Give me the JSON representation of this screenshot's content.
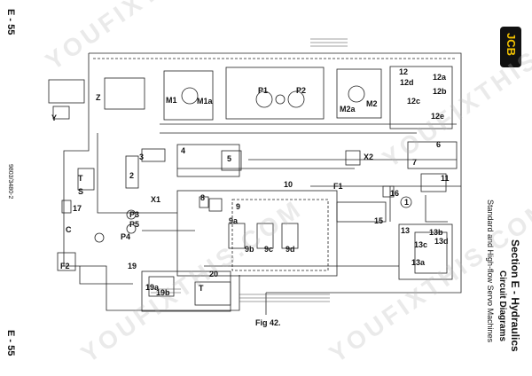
{
  "page": {
    "page_number_top": "E - 55",
    "page_number_bottom": "E - 55",
    "doc_code": "9803/3480-2"
  },
  "header": {
    "section_title": "Section E - Hydraulics",
    "subtitle": "Circuit Diagrams",
    "subtitle2": "Standard and High-flow Servo Machines",
    "logo_text": "JCB"
  },
  "figure": {
    "caption": "Fig 42."
  },
  "watermark": "YOUFIXTHIS.COM",
  "diagram_labels": [
    {
      "id": "M1",
      "text": "M1"
    },
    {
      "id": "M1a",
      "text": "M1a"
    },
    {
      "id": "P1",
      "text": "P1"
    },
    {
      "id": "P2",
      "text": "P2"
    },
    {
      "id": "M2a",
      "text": "M2a"
    },
    {
      "id": "M2",
      "text": "M2"
    },
    {
      "id": "12",
      "text": "12"
    },
    {
      "id": "12a",
      "text": "12a"
    },
    {
      "id": "12b",
      "text": "12b"
    },
    {
      "id": "12c",
      "text": "12c"
    },
    {
      "id": "12d",
      "text": "12d"
    },
    {
      "id": "12e",
      "text": "12e"
    },
    {
      "id": "Z",
      "text": "Z"
    },
    {
      "id": "Y",
      "text": "Y"
    },
    {
      "id": "3",
      "text": "3"
    },
    {
      "id": "4",
      "text": "4"
    },
    {
      "id": "5",
      "text": "5"
    },
    {
      "id": "2",
      "text": "2"
    },
    {
      "id": "T",
      "text": "T"
    },
    {
      "id": "S",
      "text": "S"
    },
    {
      "id": "X1",
      "text": "X1"
    },
    {
      "id": "X2",
      "text": "X2"
    },
    {
      "id": "F1",
      "text": "F1"
    },
    {
      "id": "6",
      "text": "6"
    },
    {
      "id": "7",
      "text": "7"
    },
    {
      "id": "11",
      "text": "11"
    },
    {
      "id": "16",
      "text": "16"
    },
    {
      "id": "1",
      "text": "1"
    },
    {
      "id": "17",
      "text": "17"
    },
    {
      "id": "P3",
      "text": "P3"
    },
    {
      "id": "P5",
      "text": "P5"
    },
    {
      "id": "8",
      "text": "8"
    },
    {
      "id": "9",
      "text": "9"
    },
    {
      "id": "10",
      "text": "10"
    },
    {
      "id": "9a",
      "text": "9a"
    },
    {
      "id": "9b",
      "text": "9b"
    },
    {
      "id": "9c",
      "text": "9c"
    },
    {
      "id": "9d",
      "text": "9d"
    },
    {
      "id": "C",
      "text": "C"
    },
    {
      "id": "P4",
      "text": "P4"
    },
    {
      "id": "15",
      "text": "15"
    },
    {
      "id": "13",
      "text": "13"
    },
    {
      "id": "13a",
      "text": "13a"
    },
    {
      "id": "13b",
      "text": "13b"
    },
    {
      "id": "13c",
      "text": "13c"
    },
    {
      "id": "13d",
      "text": "13d"
    },
    {
      "id": "F2",
      "text": "F2"
    },
    {
      "id": "19",
      "text": "19"
    },
    {
      "id": "19a",
      "text": "19a"
    },
    {
      "id": "19b",
      "text": "19b"
    },
    {
      "id": "20",
      "text": "20"
    },
    {
      "id": "T2",
      "text": "T"
    }
  ]
}
